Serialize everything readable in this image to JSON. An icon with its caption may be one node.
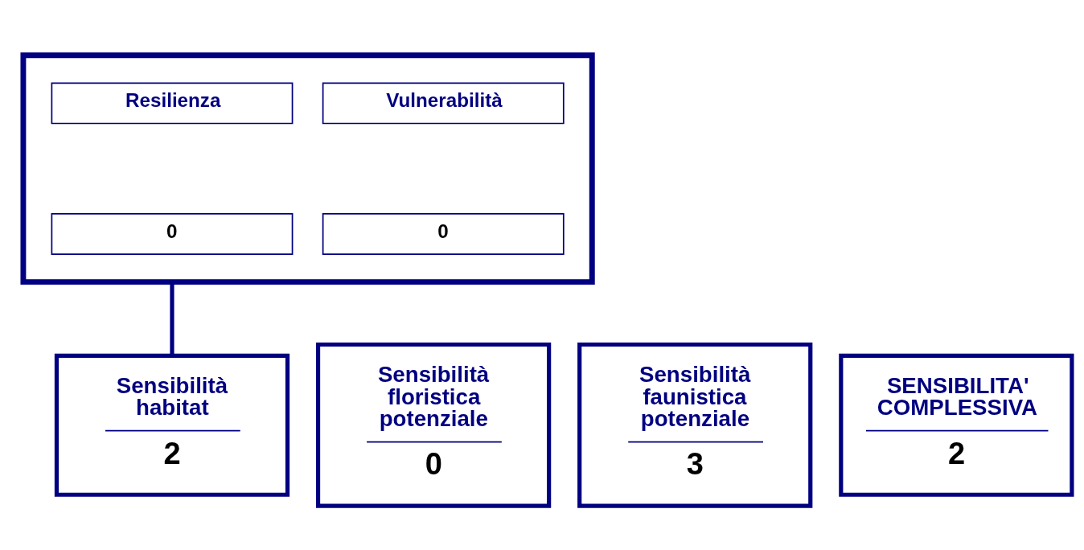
{
  "diagram": {
    "nodes": [
      {
        "text": [],
        "shape": "box"
      },
      {
        "text": [
          "Resilienza"
        ],
        "in": 0
      },
      {
        "text": [
          "Vulnerabilità"
        ],
        "in": 0
      },
      {
        "text": [
          "0"
        ],
        "in": 0
      },
      {
        "text": [
          "0"
        ],
        "in": 0
      },
      {
        "text": [
          "Sensibilità habitat",
          "2"
        ]
      },
      {
        "text": [
          "Sensibilità floristica potenziale",
          "0"
        ]
      },
      {
        "text": [
          "Sensibilità faunistica potenziale",
          "3"
        ]
      },
      {
        "text": [
          "SENSIBILITA' COMPLESSIVA",
          "2"
        ]
      }
    ],
    "edges": [
      {
        "from": 0,
        "to": 5,
        "arrow": "none"
      }
    ]
  }
}
